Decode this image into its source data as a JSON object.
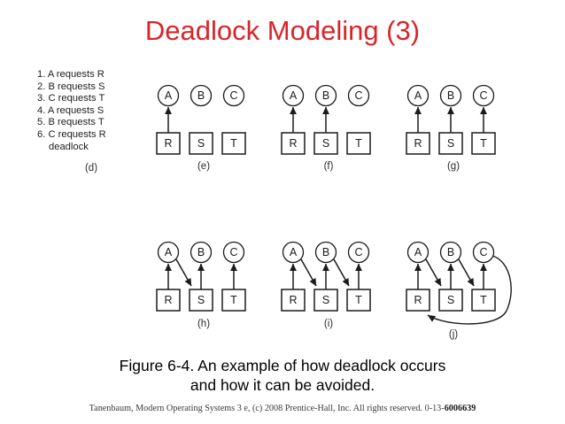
{
  "slide": {
    "title": "Deadlock Modeling (3)",
    "title_color": "#d8252a",
    "background_color": "#ffffff"
  },
  "figure": {
    "steps_panel": {
      "label": "(d)",
      "lines": [
        "1. A requests R",
        "2. B requests S",
        "3. C requests T",
        "4. A requests S",
        "5. B requests T",
        "6. C requests R",
        "deadlock"
      ]
    },
    "process_labels": [
      "A",
      "B",
      "C"
    ],
    "resource_labels": [
      "R",
      "S",
      "T"
    ],
    "panels": [
      {
        "label": "(e)",
        "processes": [
          "A",
          "B",
          "C"
        ],
        "resources": [
          "R",
          "S",
          "T"
        ],
        "assignment_edges": [
          "R->A"
        ],
        "request_edges": []
      },
      {
        "label": "(f)",
        "processes": [
          "A",
          "B",
          "C"
        ],
        "resources": [
          "R",
          "S",
          "T"
        ],
        "assignment_edges": [
          "R->A",
          "S->B"
        ],
        "request_edges": []
      },
      {
        "label": "(g)",
        "processes": [
          "A",
          "B",
          "C"
        ],
        "resources": [
          "R",
          "S",
          "T"
        ],
        "assignment_edges": [
          "R->A",
          "S->B",
          "T->C"
        ],
        "request_edges": []
      },
      {
        "label": "(h)",
        "processes": [
          "A",
          "B",
          "C"
        ],
        "resources": [
          "R",
          "S",
          "T"
        ],
        "assignment_edges": [
          "R->A",
          "S->B",
          "T->C"
        ],
        "request_edges": [
          "A->S"
        ]
      },
      {
        "label": "(i)",
        "processes": [
          "A",
          "B",
          "C"
        ],
        "resources": [
          "R",
          "S",
          "T"
        ],
        "assignment_edges": [
          "R->A",
          "S->B",
          "T->C"
        ],
        "request_edges": [
          "A->S",
          "B->T"
        ]
      },
      {
        "label": "(j)",
        "processes": [
          "A",
          "B",
          "C"
        ],
        "resources": [
          "R",
          "S",
          "T"
        ],
        "assignment_edges": [
          "R->A",
          "S->B",
          "T->C"
        ],
        "request_edges": [
          "A->S",
          "B->T",
          "C->R"
        ]
      }
    ]
  },
  "caption": {
    "line1": "Figure 6-4. An example of how deadlock occurs",
    "line2": "and how it can be avoided."
  },
  "copyright": {
    "text": "Tanenbaum, Modern Operating Systems 3 e, (c) 2008 Prentice-Hall, Inc. All rights reserved. 0-13-",
    "isbn": "6006639"
  }
}
